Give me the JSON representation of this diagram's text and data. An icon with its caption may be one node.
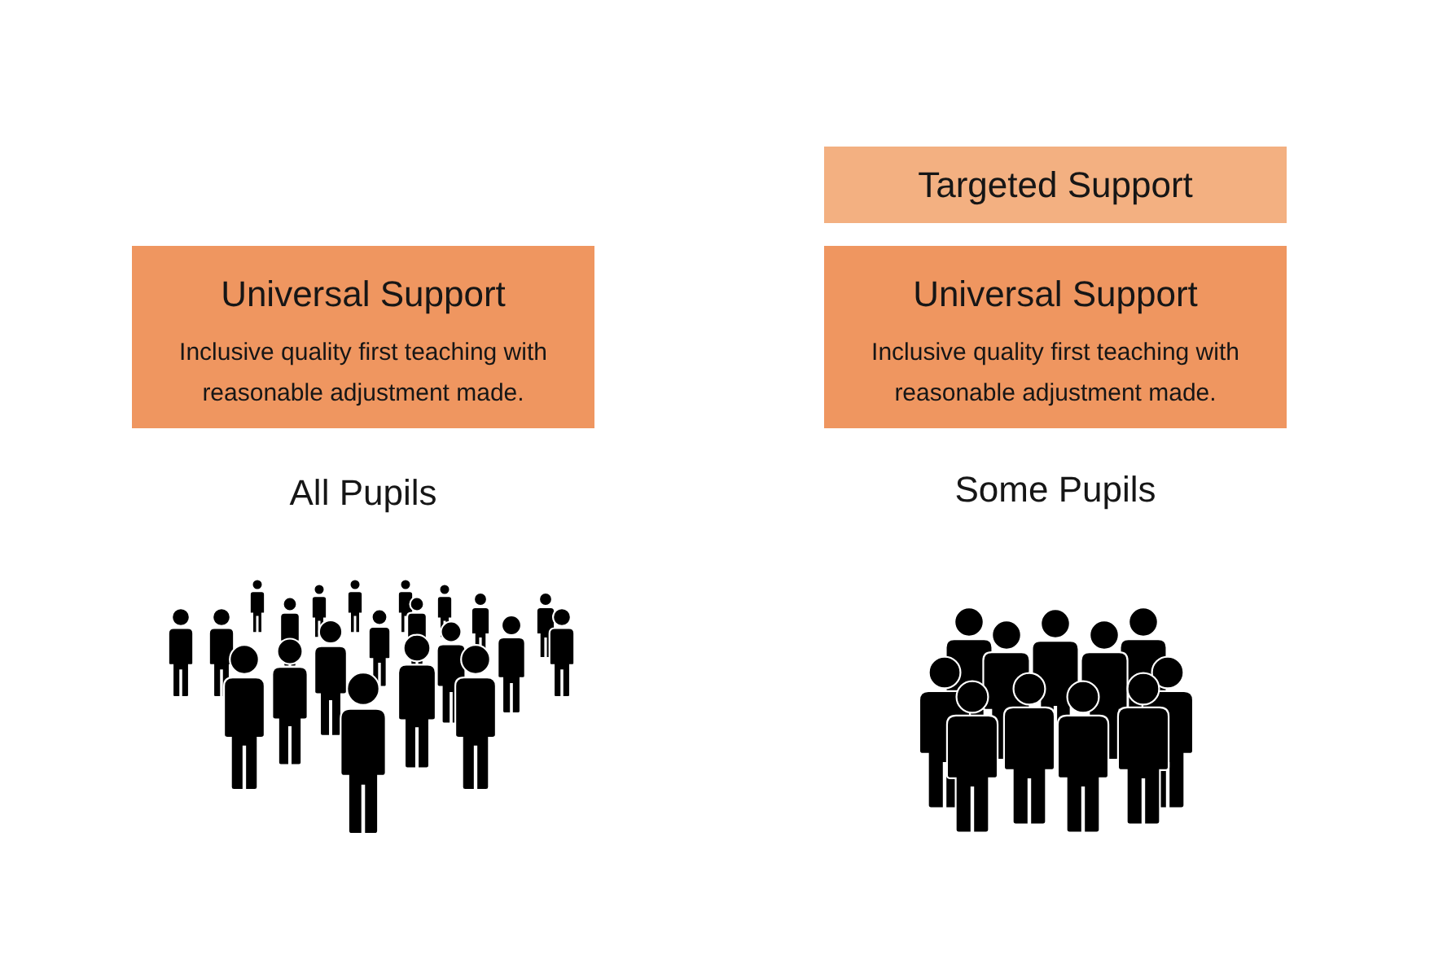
{
  "diagram": {
    "nodes": [
      {
        "text": [
          "Universal Support",
          "Inclusive quality first teaching with reasonable adjustment made."
        ]
      },
      {
        "text": [
          "Targeted Support"
        ]
      },
      {
        "text": [
          "Universal Support",
          "Inclusive quality first teaching with reasonable adjustment made."
        ]
      }
    ],
    "labels": [
      "All Pupils",
      "Some Pupils"
    ]
  }
}
